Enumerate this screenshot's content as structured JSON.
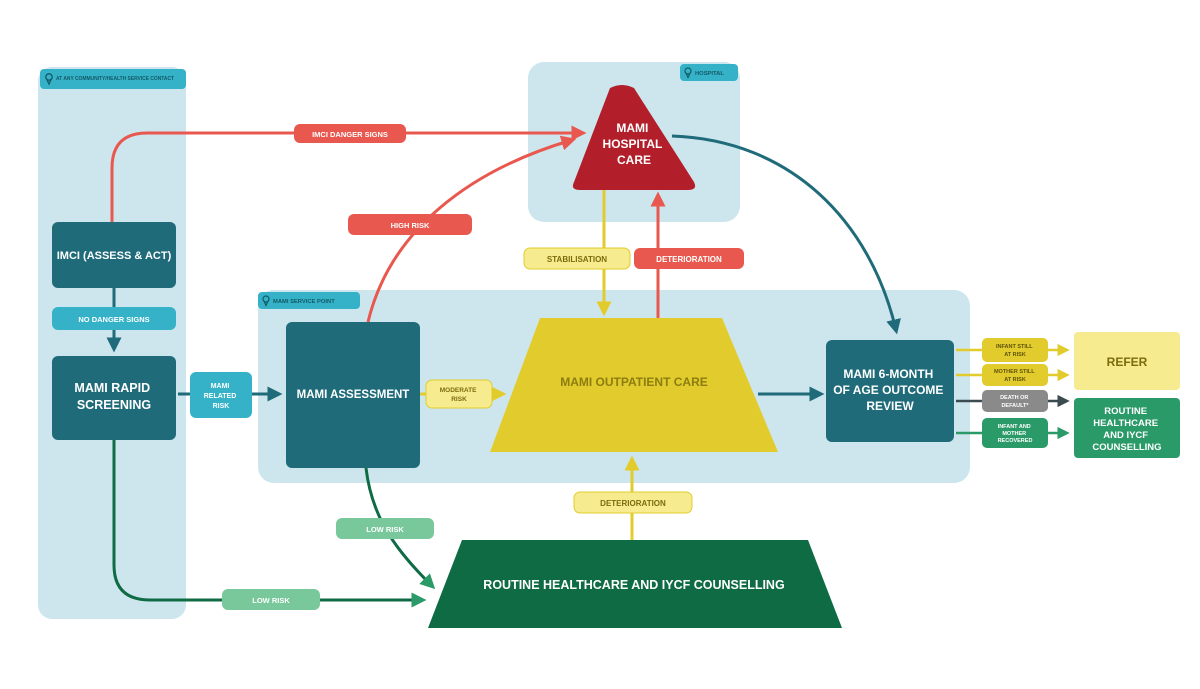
{
  "zones": {
    "community": "AT ANY COMMUNITY/HEALTH SERVICE CONTACT",
    "hospital": "HOSPITAL",
    "service_point": "MAMI SERVICE POINT"
  },
  "nodes": {
    "imci": "IMCI (ASSESS & ACT)",
    "rapid_screening": [
      "MAMI RAPID",
      "SCREENING"
    ],
    "assessment": "MAMI ASSESSMENT",
    "hospital_care": [
      "MAMI",
      "HOSPITAL",
      "CARE"
    ],
    "outpatient_care": "MAMI OUTPATIENT CARE",
    "outcome_review": [
      "MAMI 6-MONTH",
      "OF AGE OUTCOME",
      "REVIEW"
    ],
    "refer": "REFER",
    "routine_right": [
      "ROUTINE",
      "HEALTHCARE",
      "AND IYCF",
      "COUNSELLING"
    ],
    "routine_bottom": "ROUTINE HEALTHCARE AND IYCF COUNSELLING"
  },
  "labels": {
    "imci_danger_signs": "IMCI DANGER SIGNS",
    "high_risk": "HIGH RISK",
    "stabilisation": "STABILISATION",
    "deterioration_top": "DETERIORATION",
    "no_danger_signs": "NO DANGER SIGNS",
    "mami_related_risk": [
      "MAMI",
      "RELATED",
      "RISK"
    ],
    "moderate_risk": [
      "MODERATE",
      "RISK"
    ],
    "deterioration_bottom": "DETERIORATION",
    "low_risk_assessment": "LOW RISK",
    "low_risk_screening": "LOW RISK",
    "infant_still_at_risk": [
      "INFANT STILL",
      "AT RISK"
    ],
    "mother_still_at_risk": [
      "MOTHER STILL",
      "AT RISK"
    ],
    "death_or_default": [
      "DEATH OR",
      "DEFAULT*"
    ],
    "infant_mother_recovered": [
      "INFANT AND",
      "MOTHER",
      "RECOVERED"
    ]
  },
  "colors": {
    "zone": "#cde6ee",
    "teal": "#1f6b7a",
    "red": "#b21f2a",
    "red_line": "#e8584e",
    "yellow": "#e2cc2d",
    "yellow_light": "#f7eb8f",
    "green_dark": "#0e6b43",
    "green": "#2a9a68",
    "green_light": "#78c89c",
    "cyan": "#35b2c8",
    "gray": "#8a8a8a"
  },
  "icons": {
    "zone_marker": "location-pin-icon"
  }
}
